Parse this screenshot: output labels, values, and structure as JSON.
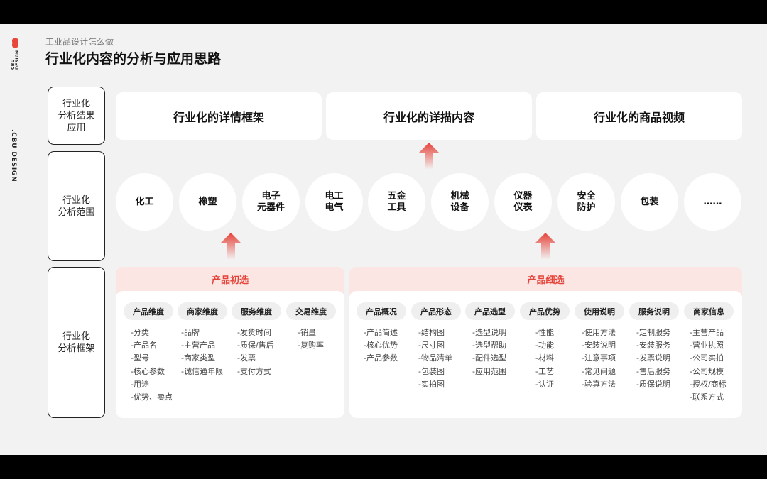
{
  "brand": {
    "logo_text": "CBU DESIGN",
    "vertical_text": ".CBU DESIGN"
  },
  "header": {
    "subtitle": "工业品设计怎么做",
    "title": "行业化内容的分析与应用思路"
  },
  "row_labels": [
    "行业化\n分析结果\n应用",
    "行业化\n分析范围",
    "行业化\n分析框架"
  ],
  "application_cards": [
    "行业化的详情框架",
    "行业化的详描内容",
    "行业化的商品视频"
  ],
  "industries": [
    "化工",
    "橡塑",
    "电子\n元器件",
    "电工\n电气",
    "五金\n工具",
    "机械\n设备",
    "仪器\n仪表",
    "安全\n防护",
    "包装",
    "……"
  ],
  "panels": [
    {
      "title": "产品初选",
      "columns": [
        {
          "header": "产品维度",
          "items": [
            "-分类",
            "-产品名",
            "-型号",
            "-核心参数",
            "-用途",
            "-优势、卖点"
          ]
        },
        {
          "header": "商家维度",
          "items": [
            "-品牌",
            "-主营产品",
            "-商家类型",
            "-诚信通年限"
          ]
        },
        {
          "header": "服务维度",
          "items": [
            "-发货时间",
            "-质保/售后",
            "-发票",
            "-支付方式"
          ]
        },
        {
          "header": "交易维度",
          "items": [
            "-销量",
            "-复购率"
          ]
        }
      ]
    },
    {
      "title": "产品细选",
      "columns": [
        {
          "header": "产品概况",
          "items": [
            "-产品简述",
            "-核心优势",
            "-产品参数"
          ]
        },
        {
          "header": "产品形态",
          "items": [
            "-结构图",
            "-尺寸图",
            "-物品清单",
            "-包装图",
            "-实拍图"
          ]
        },
        {
          "header": "产品选型",
          "items": [
            "-选型说明",
            "-选型帮助",
            "-配件选型",
            "-应用范围"
          ]
        },
        {
          "header": "产品优势",
          "items": [
            "-性能",
            "-功能",
            "-材料",
            "-工艺",
            "-认证"
          ]
        },
        {
          "header": "使用说明",
          "items": [
            "-使用方法",
            "-安装说明",
            "-注意事项",
            "-常见问题",
            "-验真方法"
          ]
        },
        {
          "header": "服务说明",
          "items": [
            "-定制服务",
            "-安装服务",
            "-发票说明",
            "-售后服务",
            "-质保说明"
          ]
        },
        {
          "header": "商家信息",
          "items": [
            "-主营产品",
            "-营业执照",
            "-公司实拍",
            "-公司规模",
            "-授权/商标",
            "-联系方式"
          ]
        }
      ]
    }
  ],
  "colors": {
    "accent": "#e5433a",
    "panel_head_bg": "#fbe6e3",
    "slide_bg": "#f2f2f2"
  }
}
